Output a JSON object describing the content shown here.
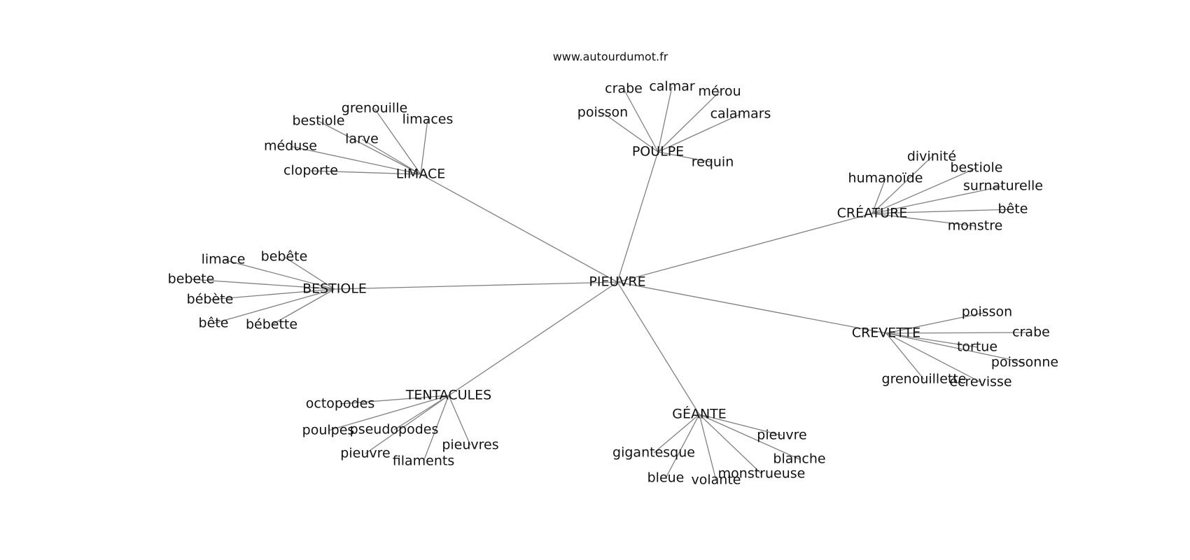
{
  "source": "www.autourdumot.fr",
  "center": "PIEUVRE",
  "clusters": [
    {
      "hub": "POULPE",
      "leaves": [
        "crabe",
        "calmar",
        "mérou",
        "poisson",
        "calamars",
        "requin"
      ]
    },
    {
      "hub": "LIMACE",
      "leaves": [
        "grenouille",
        "limaces",
        "bestiole",
        "larve",
        "méduse",
        "cloporte"
      ]
    },
    {
      "hub": "CRÉATURE",
      "leaves": [
        "divinité",
        "bestiole",
        "humanoïde",
        "surnaturelle",
        "bête",
        "monstre"
      ]
    },
    {
      "hub": "BESTIOLE",
      "leaves": [
        "limace",
        "bebête",
        "bebete",
        "bébète",
        "bête",
        "bébette"
      ]
    },
    {
      "hub": "CREVETTE",
      "leaves": [
        "poisson",
        "crabe",
        "tortue",
        "poissonne",
        "grenouillette",
        "écrevisse"
      ]
    },
    {
      "hub": "TENTACULES",
      "leaves": [
        "octopodes",
        "poulpes",
        "pseudopodes",
        "pieuvres",
        "pieuvre",
        "filaments"
      ]
    },
    {
      "hub": "GÉANTE",
      "leaves": [
        "pieuvre",
        "blanche",
        "gigantesque",
        "monstrueuse",
        "bleue",
        "volante"
      ]
    }
  ],
  "colors": {
    "edge": "#808080",
    "text": "#111111",
    "background": "#ffffff"
  }
}
